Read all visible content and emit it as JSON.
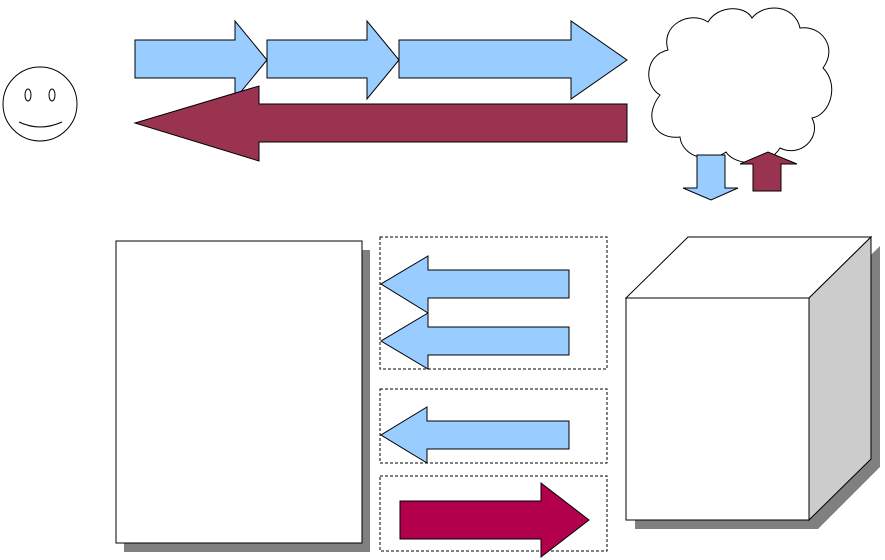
{
  "diagram": {
    "colors": {
      "request_arrow": "#99ccff",
      "response_arrow": "#993350",
      "outgoing_arrow": "#b3004d",
      "outline": "#000000",
      "shadow": "#808080",
      "cube_side": "#cccccc",
      "cube_face": "#ffffff",
      "cloud_fill": "#ffffff"
    },
    "nodes": [
      {
        "id": "user",
        "icon": "smiley-face-icon"
      },
      {
        "id": "internet",
        "icon": "cloud-icon"
      },
      {
        "id": "document",
        "icon": "document-page"
      },
      {
        "id": "server",
        "icon": "cube-box"
      }
    ],
    "flows": [
      {
        "id": "request-1",
        "direction": "right",
        "color": "request"
      },
      {
        "id": "request-2",
        "direction": "right",
        "color": "request"
      },
      {
        "id": "request-3",
        "direction": "right",
        "color": "request"
      },
      {
        "id": "response",
        "direction": "left",
        "color": "response"
      },
      {
        "id": "cloud-down",
        "direction": "down",
        "color": "request"
      },
      {
        "id": "cloud-up",
        "direction": "up",
        "color": "response"
      },
      {
        "id": "group1-top",
        "direction": "left",
        "color": "request"
      },
      {
        "id": "group1-bottom",
        "direction": "left",
        "color": "request"
      },
      {
        "id": "group2",
        "direction": "left",
        "color": "request"
      },
      {
        "id": "group3",
        "direction": "right",
        "color": "outgoing"
      }
    ],
    "groups": [
      "group-1",
      "group-2",
      "group-3"
    ]
  }
}
